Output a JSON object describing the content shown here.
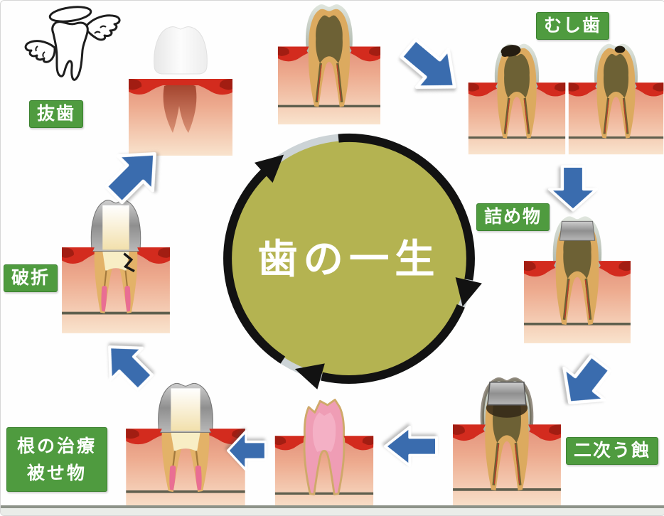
{
  "diagram": {
    "center_title": "歯の一生",
    "stage_labels": {
      "cavity": "むし歯",
      "filling": "詰め物",
      "secondary_caries": "二次う蝕",
      "root_treatment": "根の治療",
      "crown": "被せ物",
      "fracture": "破折",
      "extraction": "抜歯"
    },
    "colors": {
      "stage_badge_green": "#4f9b3f",
      "arrow_blue": "#3a6cae",
      "cycle_circle_olive": "#b4b351",
      "cycle_ring_black": "#121212",
      "gum_red": "#d32b1e",
      "center_title_white": "#ffffff"
    },
    "illustrations": {
      "angel_tooth_icon": "tooth with angel wings and halo",
      "healthy_tooth": "healthy tooth cross-section in gum",
      "cavity_teeth": "two teeth with dark decay spots",
      "filled_tooth": "tooth with silver metal filling",
      "secondary_caries_tooth": "decay spreading under silver filling",
      "root_canal_tooth": "tooth with pink root-canal filling",
      "crowned_tooth": "tooth with silver crown and core",
      "fractured_tooth": "crowned tooth with black crack",
      "extraction_site": "empty red socket with ghost crown"
    }
  }
}
